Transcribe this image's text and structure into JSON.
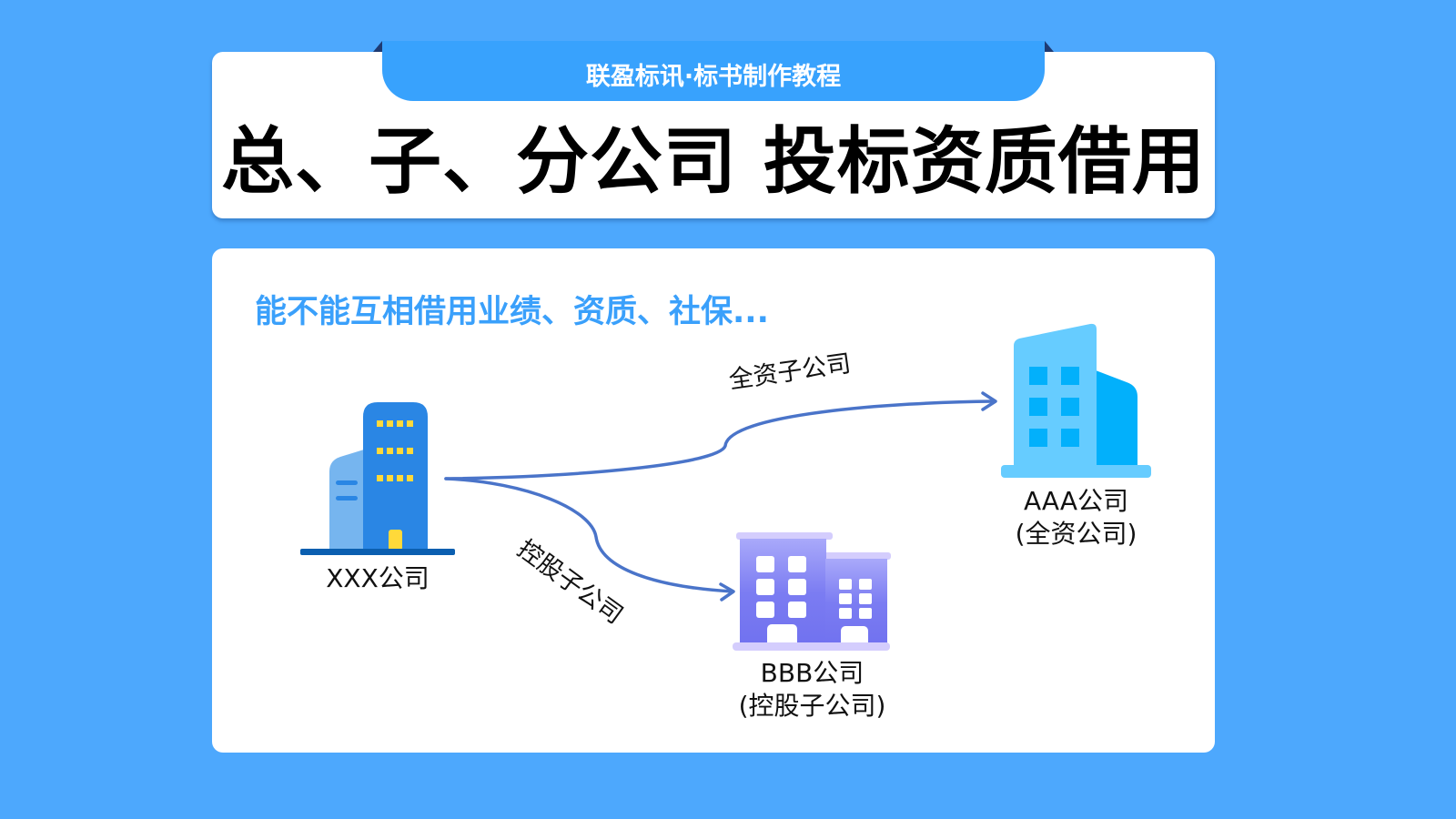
{
  "header": {
    "ribbon_text": "联盈标讯·标书制作教程",
    "title": "总、子、分公司 投标资质借用"
  },
  "diagram": {
    "question": "能不能互相借用业绩、资质、社保...",
    "nodes": {
      "parent": {
        "name": "XXX公司",
        "icon": "office-building-icon"
      },
      "wholly_owned": {
        "name": "AAA公司",
        "note": "(全资公司)",
        "icon": "office-building-icon"
      },
      "holding": {
        "name": "BBB公司",
        "note": "(控股子公司)",
        "icon": "office-building-icon"
      }
    },
    "edges": [
      {
        "from": "XXX公司",
        "to": "AAA公司",
        "label": "全资子公司"
      },
      {
        "from": "XXX公司",
        "to": "BBB公司",
        "label": "控股子公司"
      }
    ]
  },
  "colors": {
    "background": "#4da8fd",
    "ribbon": "#38a2fd",
    "ribbon_ear": "#1e3a72",
    "question_text": "#3aa0fb",
    "arrow": "#4a74c9",
    "parent_building": "#2a86e4",
    "parent_building_light": "#76b5ef",
    "parent_windows": "#ffd93a",
    "aaa_building": "#66ccff",
    "aaa_building_dark": "#02b0fb",
    "bbb_building": "#7b7cf2",
    "bbb_building_light": "#d4cdfd"
  }
}
